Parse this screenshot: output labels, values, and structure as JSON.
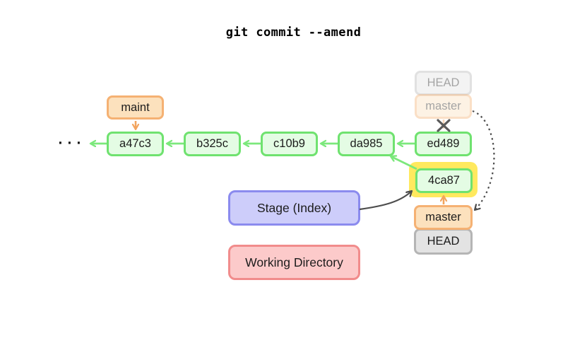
{
  "title": "git commit --amend",
  "ellipsis": "···",
  "history": {
    "commits": [
      "a47c3",
      "b325c",
      "c10b9",
      "da985",
      "ed489"
    ],
    "new_commit": "4ca87"
  },
  "labels": {
    "maint": "maint",
    "old_head": "HEAD",
    "old_master": "master",
    "new_master": "master",
    "new_head": "HEAD"
  },
  "areas": {
    "stage": "Stage (Index)",
    "working_directory": "Working Directory"
  },
  "colors": {
    "commit_border": "#6fe26f",
    "commit_fill": "#e4fce4",
    "commit_arrow": "#7ce87c",
    "branch_border": "#f5b173",
    "branch_fill": "#fce1bd",
    "branch_arrow": "#f2a45e",
    "head_border": "#b5b5b5",
    "head_fill": "#e3e3e3",
    "stage_border": "#8b8bee",
    "stage_fill": "#cdcdfa",
    "working_border": "#f18c8c",
    "working_fill": "#fccaca",
    "highlight": "#ffe95e",
    "dark_arrow": "#4d4d4d",
    "cross": "#5a5a5a",
    "text": "#1c1c1c"
  }
}
